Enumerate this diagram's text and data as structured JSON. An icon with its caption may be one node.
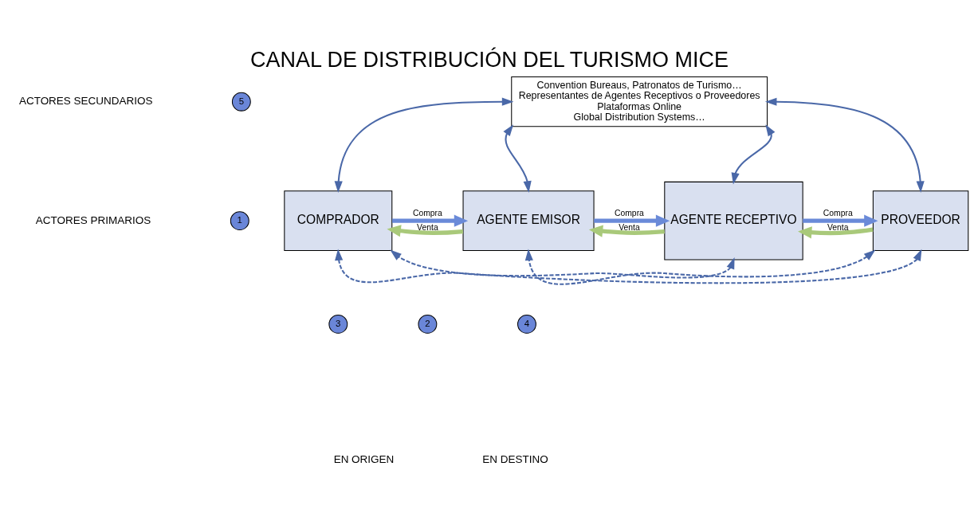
{
  "diagram": {
    "title": "CANAL DE DISTRIBUCIÓN DEL TURISMO MICE",
    "nodes": [
      {
        "text": [
          "Convention Bureaus, Patronatos de Turismo…",
          "Representantes de Agentes Receptivos o Proveedores",
          "Plataformas Online",
          "Global Distribution Systems…"
        ]
      },
      {
        "text": [
          "COMPRADOR"
        ]
      },
      {
        "text": [
          "AGENTE EMISOR"
        ]
      },
      {
        "text": [
          "AGENTE RECEPTIVO"
        ]
      },
      {
        "text": [
          "PROVEEDOR"
        ]
      },
      {
        "text": [
          "5"
        ]
      },
      {
        "text": [
          "1"
        ]
      },
      {
        "text": [
          "3"
        ]
      },
      {
        "text": [
          "2"
        ]
      },
      {
        "text": [
          "4"
        ]
      }
    ],
    "edges": [
      {
        "from": 0,
        "to": 1,
        "arrow": "both"
      },
      {
        "from": 0,
        "to": 2,
        "arrow": "both"
      },
      {
        "from": 0,
        "to": 3,
        "arrow": "both"
      },
      {
        "from": 0,
        "to": 4,
        "arrow": "both"
      },
      {
        "from": 1,
        "to": 2,
        "arrow": "to",
        "label": "Compra",
        "style": "thick",
        "color": "#6a8ad8"
      },
      {
        "from": 2,
        "to": 1,
        "arrow": "to",
        "label": "Venta",
        "style": "thick",
        "color": "#a9c97a"
      },
      {
        "from": 2,
        "to": 3,
        "arrow": "to",
        "label": "Compra",
        "style": "thick",
        "color": "#6a8ad8"
      },
      {
        "from": 3,
        "to": 2,
        "arrow": "to",
        "label": "Venta",
        "style": "thick",
        "color": "#a9c97a"
      },
      {
        "from": 3,
        "to": 4,
        "arrow": "to",
        "label": "Compra",
        "style": "thick",
        "color": "#6a8ad8"
      },
      {
        "from": 4,
        "to": 3,
        "arrow": "to",
        "label": "Venta",
        "style": "thick",
        "color": "#a9c97a"
      },
      {
        "from": 3,
        "to": 1,
        "arrow": "both",
        "style": "dashed"
      },
      {
        "from": 4,
        "to": 1,
        "arrow": "both",
        "style": "dashed"
      },
      {
        "from": 4,
        "to": 2,
        "arrow": "both",
        "style": "dashed"
      }
    ],
    "labels": [
      "ACTORES SECUNDARIOS",
      "ACTORES PRIMARIOS",
      "EN ORIGEN",
      "EN DESTINO"
    ]
  }
}
